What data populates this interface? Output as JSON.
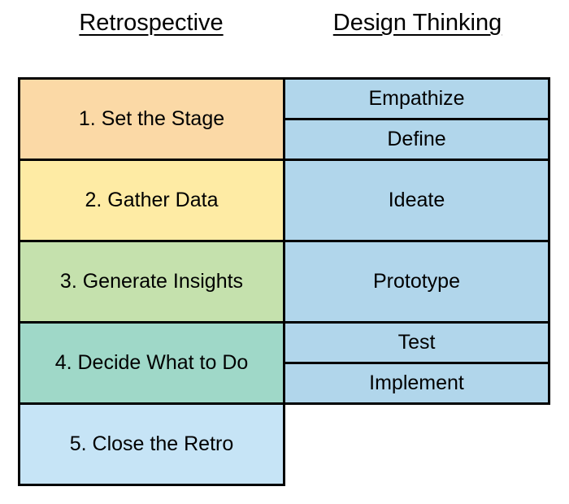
{
  "headers": {
    "left": "Retrospective",
    "right": "Design Thinking"
  },
  "comparison_table": {
    "border_color": "#000000",
    "text_color": "#000000",
    "phase_cell_color": "#B1D6EB",
    "rows": [
      {
        "step": {
          "label": "1. Set the Stage",
          "color": "#FBD9A6"
        },
        "phases": [
          "Empathize",
          "Define"
        ]
      },
      {
        "step": {
          "label": "2. Gather Data",
          "color": "#FEEBA4"
        },
        "phases": [
          "Ideate"
        ]
      },
      {
        "step": {
          "label": "3. Generate Insights",
          "color": "#C5E1AD"
        },
        "phases": [
          "Prototype"
        ]
      },
      {
        "step": {
          "label": "4. Decide What to Do",
          "color": "#9FD8C8"
        },
        "phases": [
          "Test",
          "Implement"
        ]
      },
      {
        "step": {
          "label": "5. Close the Retro",
          "color": "#C6E4F6"
        },
        "phases": []
      }
    ]
  }
}
